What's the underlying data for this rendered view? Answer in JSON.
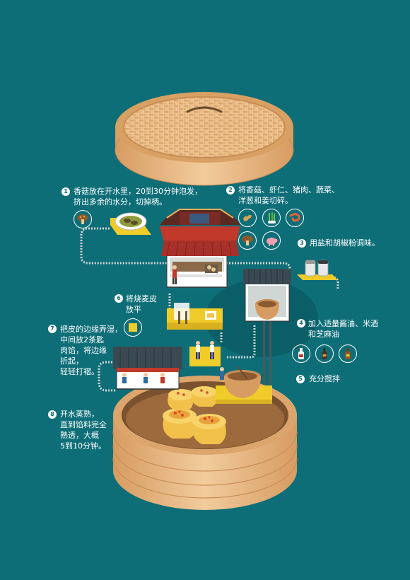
{
  "steps": [
    {
      "num": "1",
      "text": "香菇放在开水里，20到30分钟泡发，\n挤出多余的水分，切掉柄。"
    },
    {
      "num": "2",
      "text": "将香菇、虾仁、猪肉、蔬菜、\n洋葱和姜切碎。"
    },
    {
      "num": "3",
      "text": "用盐和胡椒粉调味。"
    },
    {
      "num": "4",
      "text": "加入适量酱油、米酒\n和芝麻油"
    },
    {
      "num": "5",
      "text": "充分搅拌"
    },
    {
      "num": "6",
      "text": "将烧麦皮\n放平"
    },
    {
      "num": "7",
      "text": "把皮的边缘弄湿，\n中间放2茶匙\n肉馅，将边缘\n折起，\n轻轻打褶。"
    },
    {
      "num": "8",
      "text": "开水蒸熟，\n直到馅料完全\n熟透，大概\n5到10分钟。"
    }
  ],
  "colors": {
    "background": "#0e6e78",
    "bamboo": "#e9b883",
    "bamboo_dark": "#c98d55",
    "roof": "#c0392b",
    "yellow": "#f0cc2a",
    "white": "#ffffff"
  },
  "icons": [
    "mushroom-icon",
    "ginger-icon",
    "scallion-icon",
    "shrimp-icon",
    "pig-icon",
    "mushroom-icon",
    "square-wrapper-icon",
    "soy-sauce-bottle-icon",
    "rice-wine-bottle-icon",
    "sesame-oil-bottle-icon"
  ]
}
